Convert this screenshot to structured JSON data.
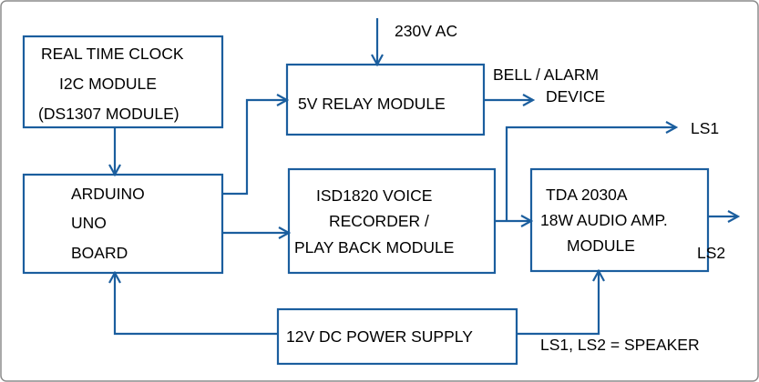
{
  "diagram": {
    "blocks": {
      "rtc": {
        "lines": [
          "REAL TIME CLOCK",
          "I2C MODULE",
          "(DS1307 MODULE)"
        ]
      },
      "arduino": {
        "lines": [
          "ARDUINO",
          "UNO",
          "BOARD"
        ]
      },
      "relay": {
        "lines": [
          "5V RELAY MODULE"
        ]
      },
      "isd": {
        "lines": [
          "ISD1820 VOICE",
          "RECORDER /",
          "PLAY BACK MODULE"
        ]
      },
      "tda": {
        "lines": [
          "TDA 2030A",
          "18W AUDIO AMP.",
          "MODULE"
        ]
      },
      "power": {
        "lines": [
          "12V DC POWER SUPPLY"
        ]
      }
    },
    "labels": {
      "ac": "230V AC",
      "bell_line1": "BELL / ALARM",
      "bell_line2": "DEVICE",
      "ls1": "LS1",
      "ls2": "LS2",
      "note": "LS1, LS2 = SPEAKER"
    },
    "colors": {
      "line": "#1b5e9e",
      "text": "#000000",
      "frame": "#8c8c8c"
    }
  }
}
